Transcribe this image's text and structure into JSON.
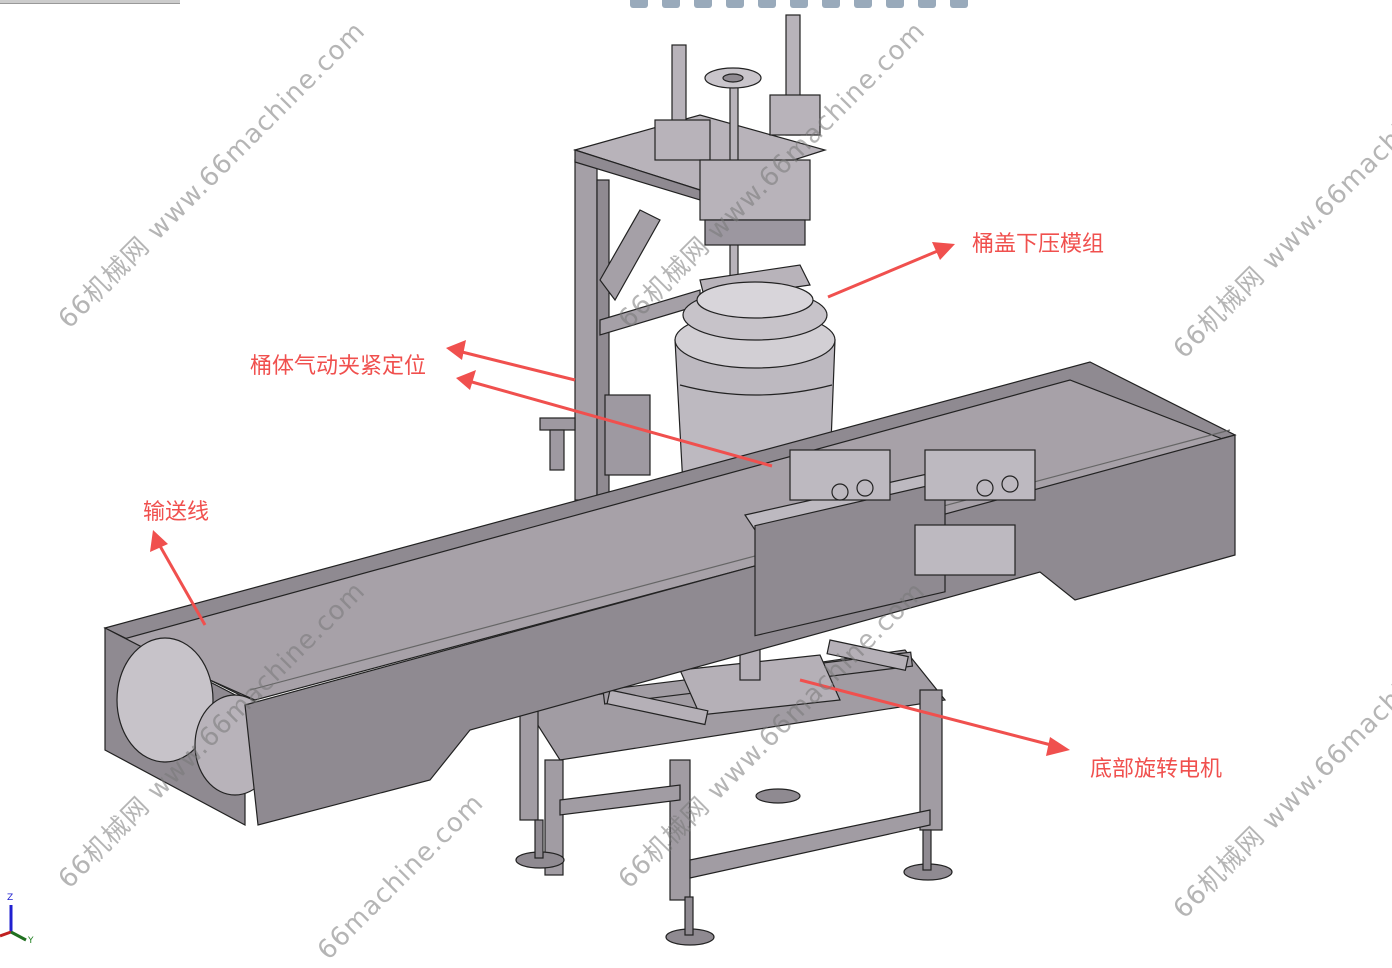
{
  "annotations": {
    "lid_press": "桶盖下压模组",
    "clamp": "桶体气动夹紧定位",
    "conveyor": "输送线",
    "motor": "底部旋转电机"
  },
  "watermark": {
    "full": "66机械网 www.66machine.com",
    "short": "66machine.com"
  },
  "triad": {
    "z": "Z",
    "y": "Y"
  },
  "colors": {
    "annotation": "#f0504e",
    "body": "#8f8a91",
    "belt": "#a7a1a8"
  }
}
